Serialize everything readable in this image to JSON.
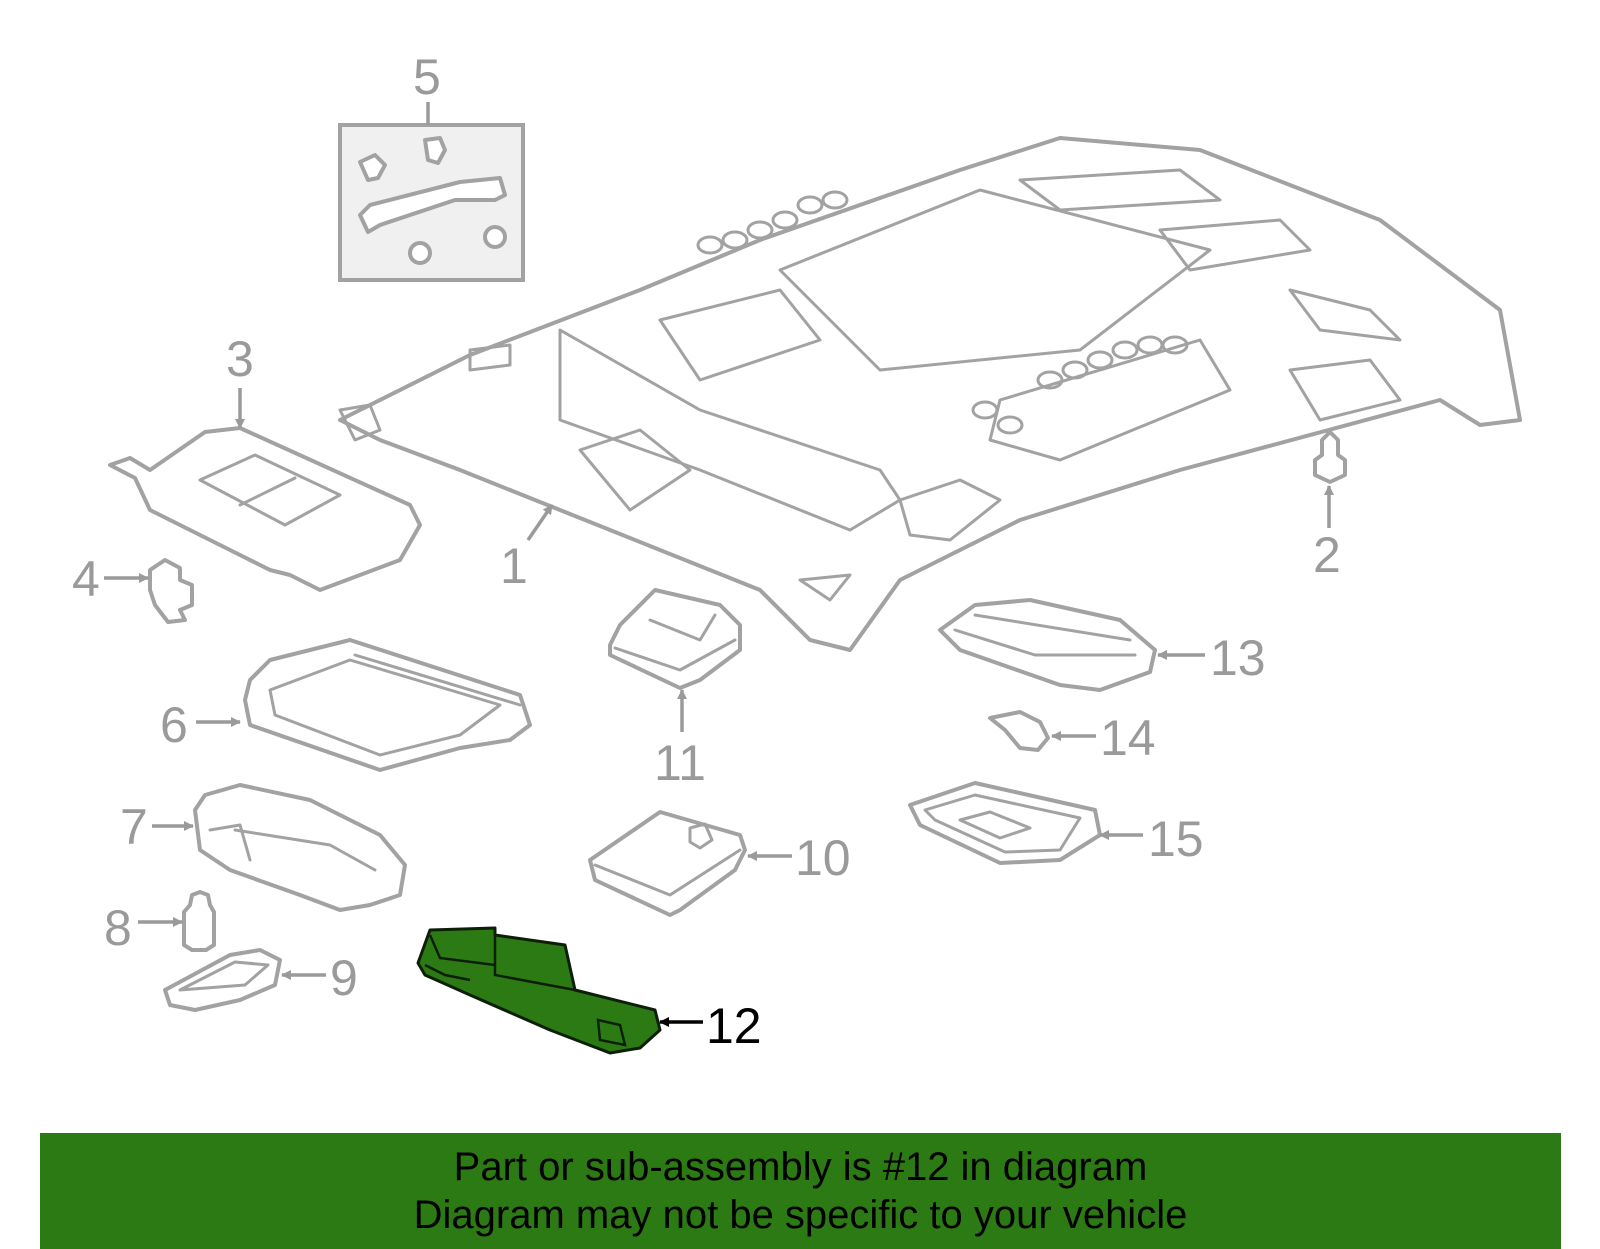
{
  "diagram": {
    "highlighted_part": "12",
    "callouts": [
      "1",
      "2",
      "3",
      "4",
      "5",
      "6",
      "7",
      "8",
      "9",
      "10",
      "11",
      "12",
      "13",
      "14",
      "15"
    ]
  },
  "banner": {
    "line1": "Part or sub-assembly is #12 in diagram",
    "line2": "Diagram may not be specific to your vehicle",
    "color": "#2c7a14"
  }
}
